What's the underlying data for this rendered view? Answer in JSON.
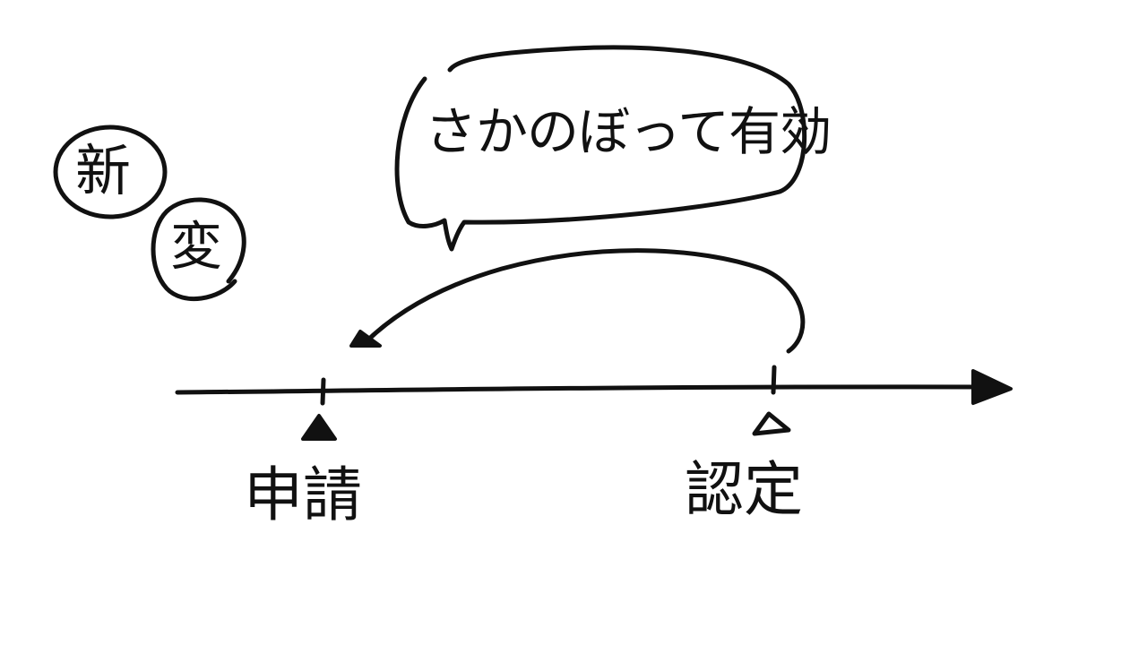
{
  "badges": {
    "new": "新",
    "change": "変"
  },
  "bubble": {
    "text": "さかのぼって有効"
  },
  "timeline": {
    "application_label": "申請",
    "certification_label": "認定"
  }
}
